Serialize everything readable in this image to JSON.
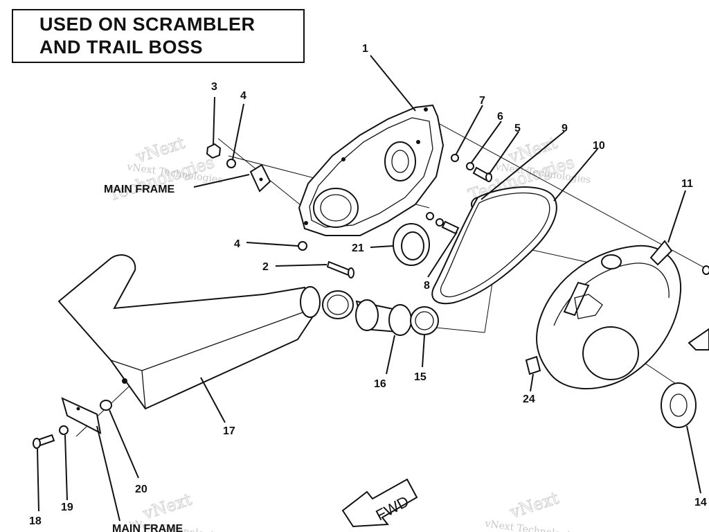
{
  "title": {
    "line1": "USED ON SCRAMBLER",
    "line2": "AND TRAIL BOSS"
  },
  "labels": {
    "main_frame_upper": "MAIN FRAME",
    "main_frame_lower": "MAIN FRAME",
    "fwd": "FWD"
  },
  "watermark": {
    "brand": "vNext",
    "company": "vNext Technologies",
    "word": "Technologies"
  },
  "callouts": [
    "1",
    "2",
    "3",
    "4",
    "4",
    "5",
    "6",
    "7",
    "8",
    "9",
    "10",
    "11",
    "14",
    "15",
    "16",
    "17",
    "18",
    "19",
    "20",
    "21",
    "24"
  ]
}
